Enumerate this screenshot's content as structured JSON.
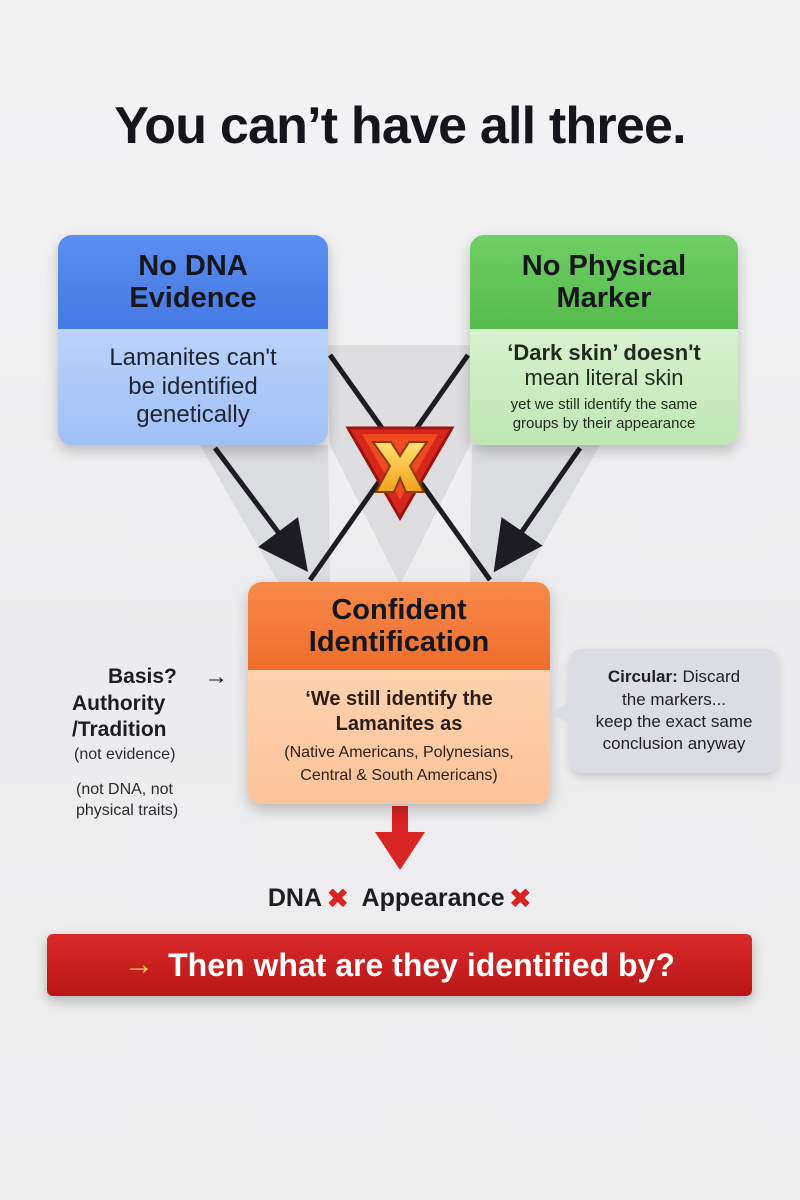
{
  "title": "You can’t have all three.",
  "box_left": {
    "heading": "No DNA\nEvidence",
    "heading_line1": "No DNA",
    "heading_line2": "Evidence",
    "body_line1": "Lamanites can't",
    "body_line2": "be identified",
    "body_line3": "genetically",
    "color": "#4679e3"
  },
  "box_right": {
    "heading_line1": "No Physical",
    "heading_line2": "Marker",
    "quote_line1": "‘Dark skin’ doesn't",
    "quote_line2": "mean literal skin",
    "note_line1": "yet we still identify the same",
    "note_line2": "groups by their appearance",
    "color": "#55bb4c"
  },
  "box_center": {
    "heading_line1": "Confident",
    "heading_line2": "Identification",
    "quote_line1": "‘We still identify the",
    "quote_line2": "Lamanites as",
    "groups_line1": "(Native Americans, Polynesians,",
    "groups_line2": "Central & South Americans)",
    "color": "#ef6d2c"
  },
  "conflict_icon": "x-icon",
  "basis": {
    "label": "Basis?",
    "arrow": "→",
    "answer_line1": "Authority",
    "answer_line2": "/Tradition",
    "note1": "(not evidence)",
    "note2_line1": "(not DNA, not",
    "note2_line2": "physical traits)"
  },
  "bubble": {
    "label": "Circular:",
    "line1_rest": " Discard",
    "line2": "the markers...",
    "line3": "keep the exact same",
    "line4": "conclusion anyway"
  },
  "result": {
    "dna": "DNA",
    "appearance": "Appearance",
    "mark": "✖"
  },
  "banner": {
    "arrow": "→",
    "text": "Then what are they identified by?",
    "color": "#c81f1f"
  }
}
